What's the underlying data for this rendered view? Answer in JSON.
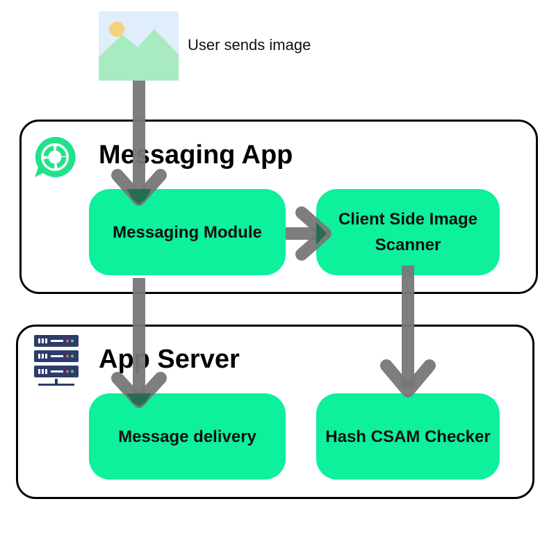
{
  "input": {
    "caption": "User sends image",
    "icon": "image-icon"
  },
  "messaging_app": {
    "title": "Messaging App",
    "icon": "chat-bubble-icon",
    "nodes": {
      "messaging_module": "Messaging Module",
      "client_scanner": "Client Side Image Scanner"
    }
  },
  "app_server": {
    "title": "App Server",
    "icon": "server-rack-icon",
    "nodes": {
      "message_delivery": "Message delivery",
      "hash_checker": "Hash CSAM Checker"
    }
  },
  "colors": {
    "node_fill": "#0df09c",
    "arrow": "#777777",
    "arrow_overlap": "#0b6b45",
    "brand_green": "#22e18b"
  }
}
